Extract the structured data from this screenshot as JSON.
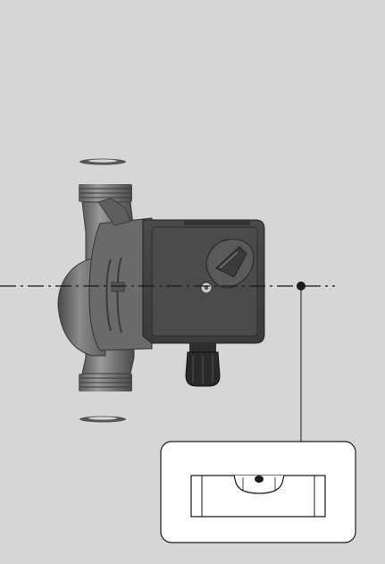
{
  "illustration": {
    "subject": "circulator-pump",
    "view": "side",
    "callout": "spirit-level"
  },
  "colors": {
    "panel_background": "#d6d6d6",
    "pump_body": "#707070",
    "pump_body_dark": "#4a4a4a",
    "pump_body_light": "#9a9a9a",
    "control_box": "#3f3f3f",
    "control_box_face": "#4a4a4a",
    "gasket": "#505050",
    "line": "#1a1a1a",
    "callout_fill": "#ffffff"
  }
}
